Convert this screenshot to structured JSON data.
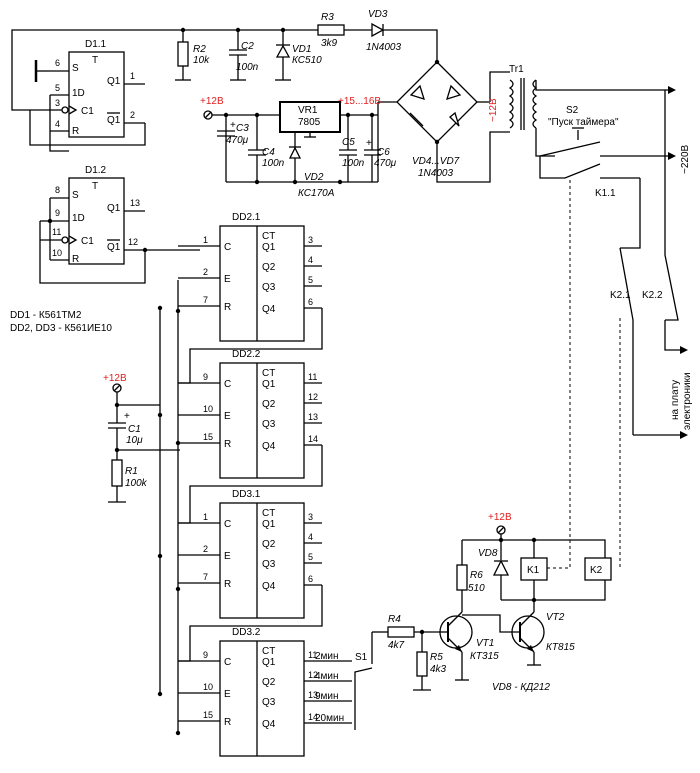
{
  "chips": {
    "d1_1": {
      "name": "D1.1",
      "t": "T",
      "s": "S",
      "d": "1D",
      "c": "C1",
      "r": "R",
      "q": "Q1",
      "nq": "Q1",
      "pins": [
        "6",
        "5",
        "3",
        "4",
        "1",
        "2"
      ]
    },
    "d1_2": {
      "name": "D1.2",
      "t": "T",
      "s": "S",
      "d": "1D",
      "c": "C1",
      "r": "R",
      "q": "Q1",
      "nq": "Q1",
      "pins": [
        "8",
        "9",
        "11",
        "10",
        "13",
        "12"
      ]
    },
    "dd2_1": {
      "name": "DD2.1",
      "ct": "CT",
      "inputs": [
        "C",
        "E",
        "R"
      ],
      "in_pins": [
        "1",
        "2",
        "7"
      ],
      "outputs": [
        "Q1",
        "Q2",
        "Q3",
        "Q4"
      ],
      "out_pins": [
        "3",
        "4",
        "5",
        "6"
      ]
    },
    "dd2_2": {
      "name": "DD2.2",
      "ct": "CT",
      "inputs": [
        "C",
        "E",
        "R"
      ],
      "in_pins": [
        "9",
        "10",
        "15"
      ],
      "outputs": [
        "Q1",
        "Q2",
        "Q3",
        "Q4"
      ],
      "out_pins": [
        "11",
        "12",
        "13",
        "14"
      ]
    },
    "dd3_1": {
      "name": "DD3.1",
      "ct": "CT",
      "inputs": [
        "C",
        "E",
        "R"
      ],
      "in_pins": [
        "1",
        "2",
        "7"
      ],
      "outputs": [
        "Q1",
        "Q2",
        "Q3",
        "Q4"
      ],
      "out_pins": [
        "3",
        "4",
        "5",
        "6"
      ]
    },
    "dd3_2": {
      "name": "DD3.2",
      "ct": "CT",
      "inputs": [
        "C",
        "E",
        "R"
      ],
      "in_pins": [
        "9",
        "10",
        "15"
      ],
      "outputs": [
        "Q1",
        "Q2",
        "Q3",
        "Q4"
      ],
      "out_pins": [
        "11",
        "12",
        "13",
        "14"
      ]
    }
  },
  "timer_taps": [
    "2мин",
    "4мин",
    "9мин",
    "20мин"
  ],
  "ic_notes": {
    "line1": "DD1 - К561ТМ2",
    "line2": "DD2, DD3 - К561ИЕ10"
  },
  "components": {
    "r1": {
      "name": "R1",
      "value": "100k"
    },
    "r2": {
      "name": "R2",
      "value": "10k"
    },
    "r3": {
      "name": "R3",
      "value": "3k9"
    },
    "r4": {
      "name": "R4",
      "value": "4k7"
    },
    "r5": {
      "name": "R5",
      "value": "4k3"
    },
    "r6": {
      "name": "R6",
      "value": "510"
    },
    "c1": {
      "name": "C1",
      "value": "10μ"
    },
    "c2": {
      "name": "C2",
      "value": "100n"
    },
    "c3": {
      "name": "C3",
      "value": "470μ"
    },
    "c4": {
      "name": "C4",
      "value": "100n"
    },
    "c5": {
      "name": "C5",
      "value": "100n"
    },
    "c6": {
      "name": "C6",
      "value": "470μ"
    },
    "vd1": {
      "name": "VD1",
      "value": "КС510"
    },
    "vd2": {
      "name": "VD2",
      "value": "КС170А"
    },
    "vd3": {
      "name": "VD3",
      "value": "1N4003"
    },
    "vd4_7": {
      "name": "VD4...VD7",
      "value": "1N4003"
    },
    "vd8": {
      "name": "VD8",
      "value": "VD8 - КД212"
    },
    "vt1": {
      "name": "VT1",
      "value": "КТ315"
    },
    "vt2": {
      "name": "VT2",
      "value": "КТ815"
    },
    "vr1": {
      "name": "VR1",
      "value": "7805"
    },
    "tr1": {
      "name": "Tr1"
    },
    "s1": {
      "name": "S1"
    },
    "s2": {
      "name": "S2",
      "value": "\"Пуск таймера\""
    },
    "k1": {
      "name": "K1"
    },
    "k2": {
      "name": "K2"
    },
    "k1_1": {
      "name": "K1.1"
    },
    "k2_1": {
      "name": "K2.1"
    },
    "k2_2": {
      "name": "K2.2"
    }
  },
  "power": {
    "plus12_a": "+12В",
    "plus12_b": "+12В",
    "plus12_c": "+12В",
    "plus15_16": "+15...16В",
    "ac12": "~12В",
    "ac220": "~220В",
    "to_board_1": "на плату",
    "to_board_2": "электроники"
  },
  "colors": {
    "accent_red": "#e02020",
    "wire": "#000000"
  }
}
